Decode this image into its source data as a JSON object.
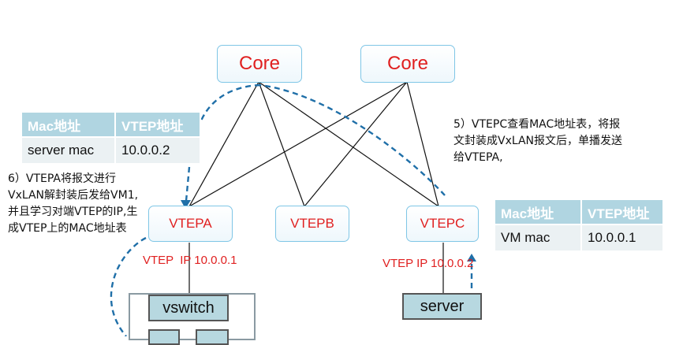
{
  "nodes": {
    "core_left": "Core",
    "core_right": "Core",
    "vtep_a": "VTEPA",
    "vtep_b": "VTEPB",
    "vtep_c": "VTEPC"
  },
  "ip_labels": {
    "vtep_a": "VTEP  IP 10.0.0.1",
    "vtep_c": "VTEP IP 10.0.0.2"
  },
  "table_left": {
    "headers": [
      "Mac地址",
      "VTEP地址"
    ],
    "row": [
      "server mac",
      "10.0.0.2"
    ]
  },
  "table_right": {
    "headers": [
      "Mac地址",
      "VTEP地址"
    ],
    "row": [
      "VM mac",
      "10.0.0.1"
    ]
  },
  "note_step5": [
    "5）VTEPC查看MAC地址表，将报",
    "文封装成VxLAN报文后，单播发送",
    "给VTEPA,"
  ],
  "note_step6": [
    "6）VTEPA将报文进行",
    "VxLAN解封装后发给VM1,",
    "并且学习对端VTEP的IP,生",
    "成VTEP上的MAC地址表"
  ],
  "devices": {
    "vswitch": "vswitch",
    "server": "server"
  },
  "colors": {
    "node_text": "#e02020",
    "node_border": "#7fc6e6",
    "table_header": "#b0d5e1",
    "table_cell": "#ebf1f3",
    "dashed_path": "#1f6fa8",
    "device_fill": "#b7d8e0"
  }
}
